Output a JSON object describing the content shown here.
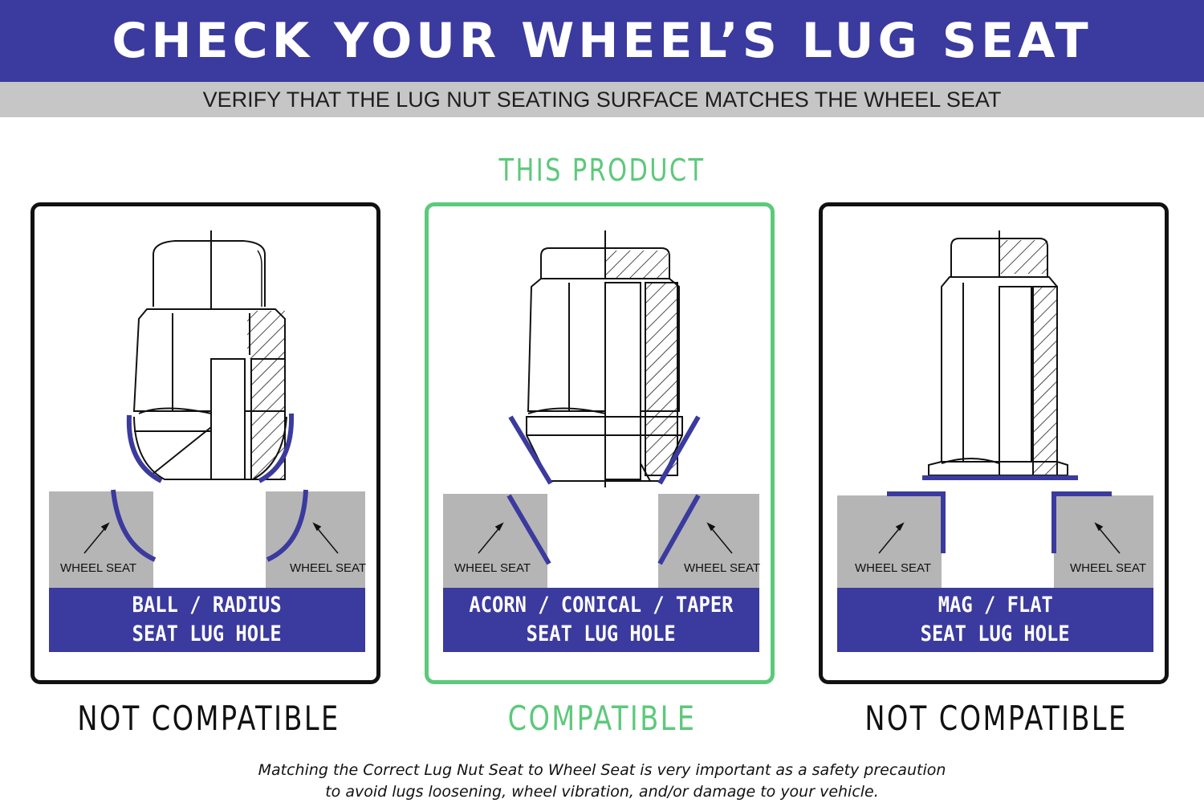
{
  "header": {
    "title": "CHECK YOUR WHEEL’S LUG SEAT"
  },
  "subheader": {
    "text": "VERIFY THAT THE LUG NUT SEATING SURFACE MATCHES THE WHEEL SEAT"
  },
  "highlight_label": "THIS PRODUCT",
  "panels": [
    {
      "seat_line1": "BALL / RADIUS",
      "seat_line2": "SEAT LUG HOLE",
      "left_label": "WHEEL SEAT",
      "right_label": "WHEEL SEAT",
      "status": "NOT COMPATIBLE"
    },
    {
      "seat_line1": "ACORN / CONICAL / TAPER",
      "seat_line2": "SEAT LUG HOLE",
      "left_label": "WHEEL SEAT",
      "right_label": "WHEEL SEAT",
      "status": "COMPATIBLE"
    },
    {
      "seat_line1": "MAG / FLAT",
      "seat_line2": "SEAT LUG HOLE",
      "left_label": "WHEEL SEAT",
      "right_label": "WHEEL SEAT",
      "status": "NOT COMPATIBLE"
    }
  ],
  "footer": {
    "line1": "Matching the Correct Lug Nut Seat to Wheel Seat is very important as a safety precaution",
    "line2": "to avoid lugs loosening, wheel vibration, and/or damage to your vehicle."
  },
  "colors": {
    "brand_blue": "#3b3a9e",
    "band_gray": "#c6c6c6",
    "wheel_gray": "#b5b5b5",
    "compatible_green": "#5cc97b",
    "ink": "#111111"
  }
}
